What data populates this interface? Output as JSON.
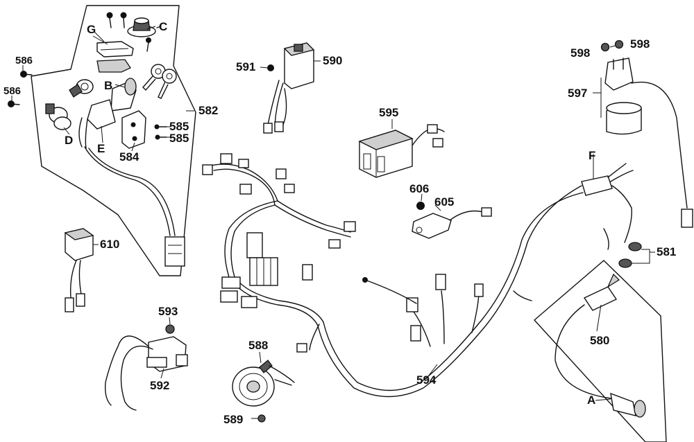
{
  "callouts": {
    "c586a": "586",
    "c586b": "586",
    "cG": "G",
    "cC": "C",
    "cB": "B",
    "cD": "D",
    "cE": "E",
    "c585a": "585",
    "c585b": "585",
    "c584": "584",
    "c582": "582",
    "c610": "610",
    "c591": "591",
    "c590": "590",
    "c595": "595",
    "c606": "606",
    "c605": "605",
    "c598a": "598",
    "c598b": "598",
    "c597": "597",
    "cF": "F",
    "c581": "581",
    "c580": "580",
    "cA": "A",
    "c593": "593",
    "c592": "592",
    "c588": "588",
    "c589": "589",
    "c594": "594"
  },
  "colors": {
    "ink": "#111111",
    "background": "#ffffff",
    "shade": "#cfcfcf"
  }
}
